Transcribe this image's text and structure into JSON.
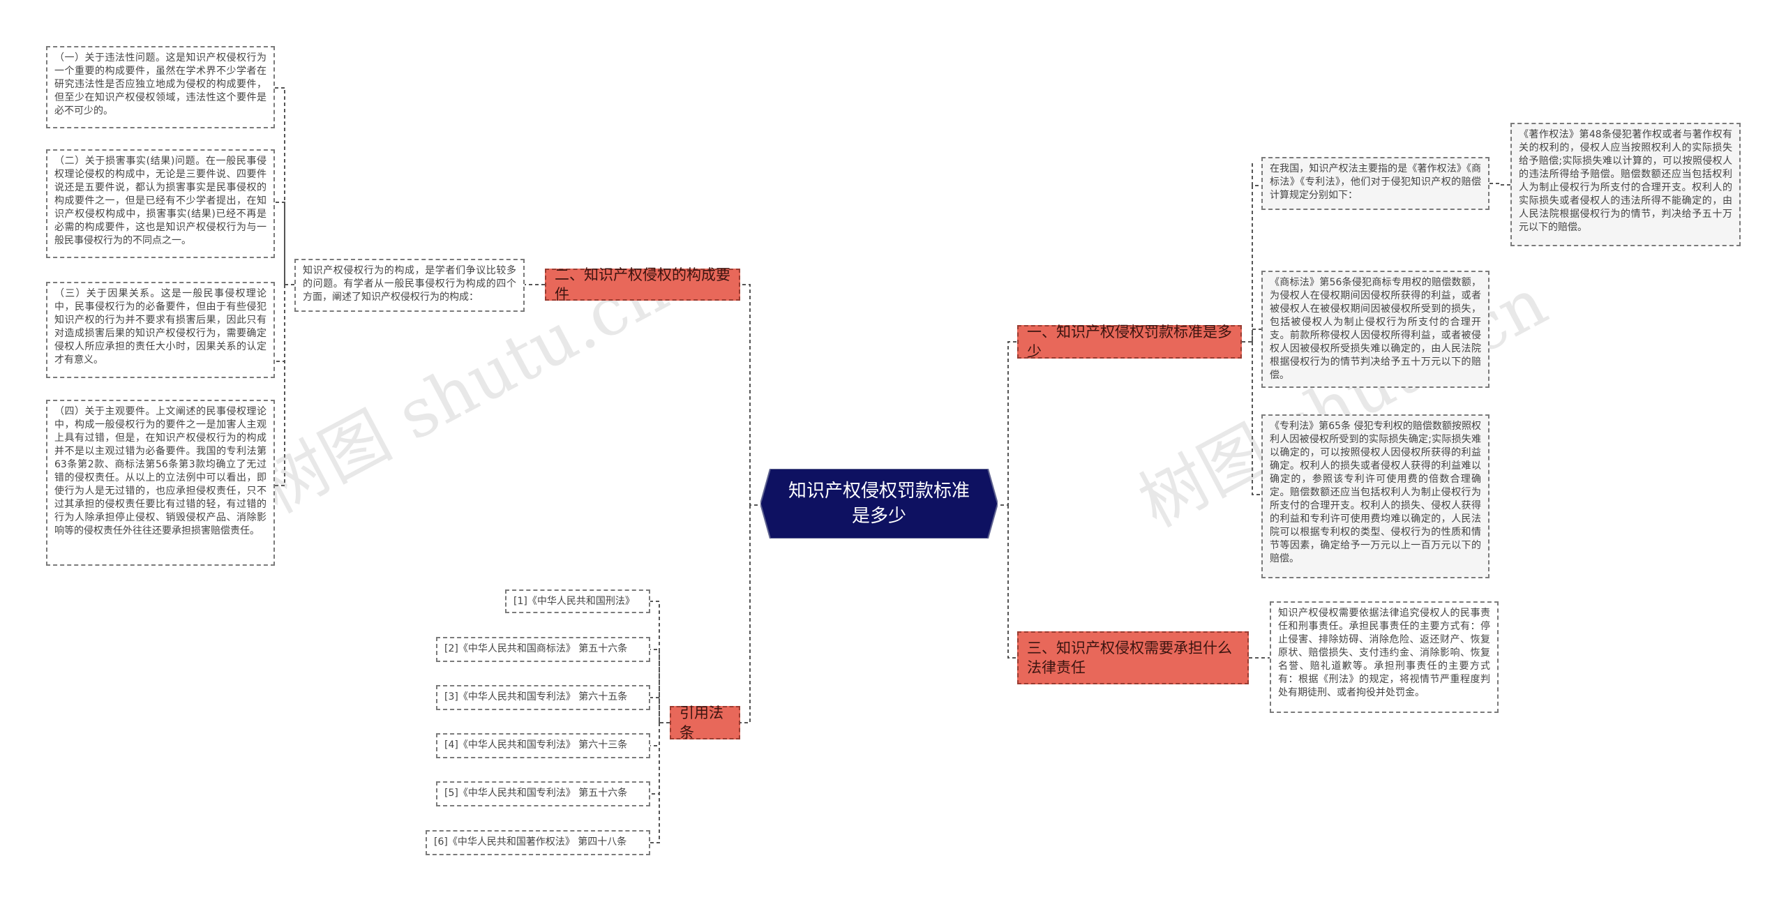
{
  "watermarks": [
    "树图 shutu.cn",
    "树图 shutu.cn"
  ],
  "center": {
    "title": "知识产权侵权罚款标准是多少"
  },
  "branches": {
    "b1": "一、知识产权侵权罚款标准是多少",
    "b2": "二、知识产权侵权的构成要件",
    "b3": "三、知识产权侵权需要承担什么法律责任",
    "b4": "引用法条"
  },
  "b1_items": {
    "intro": "在我国，知识产权法主要指的是《著作权法》《商标法》《专利法》，他们对于侵犯知识产权的赔偿计算规定分别如下：",
    "copyright": "《著作权法》第48条侵犯著作权或者与著作权有关的权利的，侵权人应当按照权利人的实际损失给予赔偿;实际损失难以计算的，可以按照侵权人的违法所得给予赔偿。赔偿数额还应当包括权利人为制止侵权行为所支付的合理开支。权利人的实际损失或者侵权人的违法所得不能确定的，由人民法院根据侵权行为的情节，判决给予五十万元以下的赔偿。",
    "trademark": "《商标法》第56条侵犯商标专用权的赔偿数额，为侵权人在侵权期间因侵权所获得的利益，或者被侵权人在被侵权期间因被侵权所受到的损失，包括被侵权人为制止侵权行为所支付的合理开支。前款所称侵权人因侵权所得利益，或者被侵权人因被侵权所受损失难以确定的，由人民法院根据侵权行为的情节判决给予五十万元以下的赔偿。",
    "patent": "《专利法》第65条 侵犯专利权的赔偿数额按照权利人因被侵权所受到的实际损失确定;实际损失难以确定的，可以按照侵权人因侵权所获得的利益确定。权利人的损失或者侵权人获得的利益难以确定的，参照该专利许可使用费的倍数合理确定。赔偿数额还应当包括权利人为制止侵权行为所支付的合理开支。权利人的损失、侵权人获得的利益和专利许可使用费均难以确定的，人民法院可以根据专利权的类型、侵权行为的性质和情节等因素，确定给予一万元以上一百万元以下的赔偿。"
  },
  "b2_items": {
    "intro": "知识产权侵权行为的构成，是学者们争议比较多的问题。有学者从一般民事侵权行为构成的四个方面，阐述了知识产权侵权行为的构成：",
    "p1": "（一）关于违法性问题。这是知识产权侵权行为一个重要的构成要件，虽然在学术界不少学者在研究违法性是否应独立地成为侵权的构成要件，但至少在知识产权侵权领域，违法性这个要件是必不可少的。",
    "p2": "（二）关于损害事实(结果)问题。在一般民事侵权理论侵权的构成中，无论是三要件说、四要件说还是五要件说，都认为损害事实是民事侵权的构成要件之一，但是已经有不少学者提出，在知识产权侵权构成中，损害事实(结果)已经不再是必需的构成要件，这也是知识产权侵权行为与一般民事侵权行为的不同点之一。",
    "p3": "（三）关于因果关系。这是一般民事侵权理论中，民事侵权行为的必备要件，但由于有些侵犯知识产权的行为并不要求有损害后果，因此只有对造成损害后果的知识产权侵权行为，需要确定侵权人所应承担的责任大小时，因果关系的认定才有意义。",
    "p4": "（四）关于主观要件。上文阐述的民事侵权理论中，构成一般侵权行为的要件之一是加害人主观上具有过错，但是，在知识产权侵权行为的构成并不是以主观过错为必备要件。我国的专利法第63条第2款、商标法第56条第3款均确立了无过错的侵权责任。从以上的立法例中可以看出，即使行为人是无过错的，也应承担侵权责任，只不过其承担的侵权责任要比有过错的轻，有过错的行为人除承担停止侵权、销毁侵权产品、消除影响等的侵权责任外往往还要承担损害赔偿责任。"
  },
  "b3_items": {
    "p1": "知识产权侵权需要依据法律追究侵权人的民事责任和刑事责任。承担民事责任的主要方式有：停止侵害、排除妨碍、消除危险、返还财产、恢复原状、赔偿损失、支付违约金、消除影响、恢复名誉、赔礼道歉等。承担刑事责任的主要方式有：根据《刑法》的规定，将视情节严重程度判处有期徒刑、或者拘役并处罚金。"
  },
  "b4_items": [
    "[1]《中华人民共和国刑法》",
    "[2]《中华人民共和国商标法》 第五十六条",
    "[3]《中华人民共和国专利法》 第六十五条",
    "[4]《中华人民共和国专利法》 第六十三条",
    "[5]《中华人民共和国专利法》 第五十六条",
    "[6]《中华人民共和国著作权法》 第四十八条"
  ],
  "colors": {
    "center_fill": "#0e1161",
    "branch_fill": "#e8685a",
    "connector": "#555555"
  }
}
